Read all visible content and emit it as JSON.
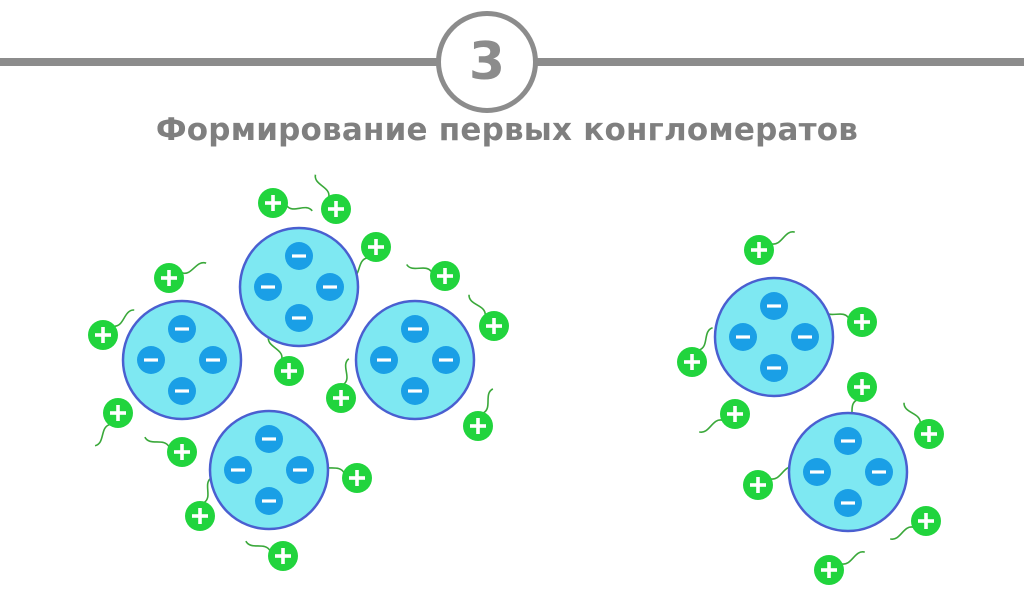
{
  "header": {
    "step_number": "3",
    "title": "Формирование первых конгломератов"
  },
  "colors": {
    "line": "#8c8c8c",
    "title": "#7f7f7f",
    "micelle_fill": "#7ee8f2",
    "micelle_stroke": "#4a5fd0",
    "negative_ion": "#1a9fe6",
    "positive_ion": "#21d43d",
    "tail": "#3aa83a",
    "sign": "#ffffff"
  },
  "icons": {
    "negative": "minus-ion-icon",
    "positive": "plus-ion-icon"
  },
  "diagram": {
    "groups": [
      {
        "name": "left-cluster",
        "micelle_count": 4
      },
      {
        "name": "right-cluster",
        "micelle_count": 2
      }
    ],
    "negative_sign": "−",
    "positive_sign": "+"
  }
}
